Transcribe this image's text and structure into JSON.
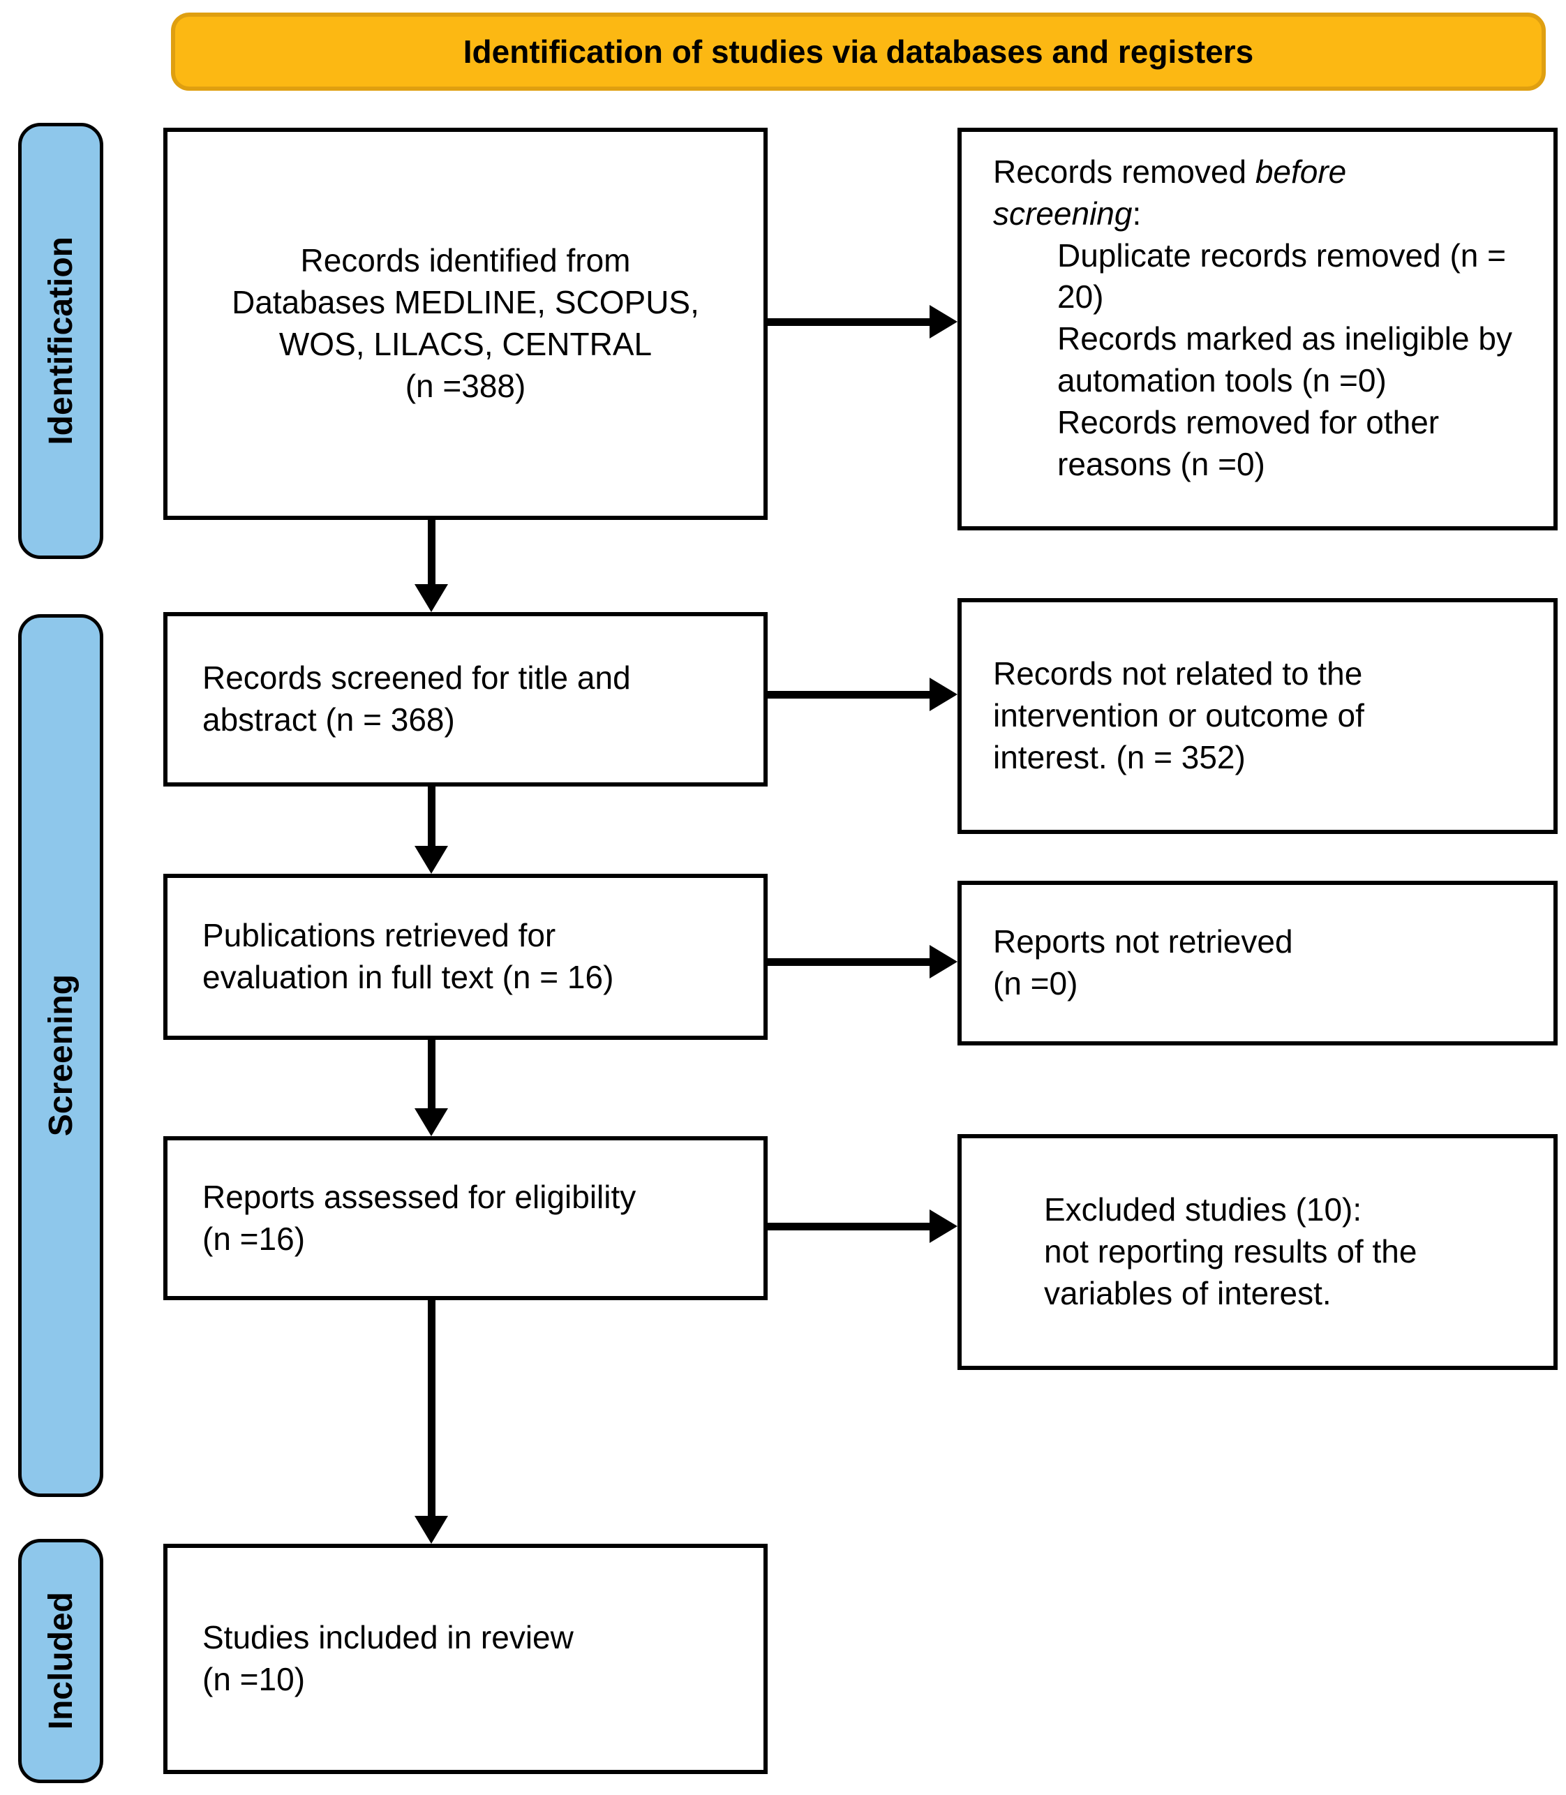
{
  "banner": {
    "title": "Identification of studies via databases and registers"
  },
  "stages": [
    {
      "label": "Identification"
    },
    {
      "label": "Screening"
    },
    {
      "label": "Included"
    }
  ],
  "boxes": {
    "identified": {
      "lines": [
        "Records identified from",
        "Databases MEDLINE, SCOPUS,",
        "WOS, LILACS, CENTRAL",
        "(n =388)"
      ]
    },
    "removed": {
      "title_part1": "Records removed ",
      "title_italic1": "before",
      "title_italic2": "screening",
      "title_colon": ":",
      "items": [
        "Duplicate records removed (n = 20)",
        "Records marked as ineligible by automation tools (n =0)",
        "Records removed for other reasons (n =0)"
      ]
    },
    "screened": {
      "lines": [
        "Records screened for title and",
        "abstract (n = 368)"
      ]
    },
    "not_related": {
      "lines": [
        "Records not related to the",
        "intervention or outcome of",
        "interest. (n = 352)"
      ]
    },
    "retrieved": {
      "lines": [
        "Publications retrieved for",
        "evaluation in full text (n = 16)"
      ]
    },
    "not_retrieved": {
      "lines": [
        "Reports not retrieved",
        "(n =0)"
      ]
    },
    "assessed": {
      "lines": [
        "Reports assessed for eligibility",
        "(n =16)"
      ]
    },
    "excluded": {
      "lines": [
        "Excluded studies (10):",
        "not reporting results of the",
        "variables of interest."
      ]
    },
    "included": {
      "lines": [
        "Studies included in review",
        "(n =10)"
      ]
    }
  },
  "colors": {
    "banner_bg": "#FCB813",
    "banner_border": "#DF9F10",
    "stage_bg": "#8EC7EB",
    "line": "#000000"
  }
}
